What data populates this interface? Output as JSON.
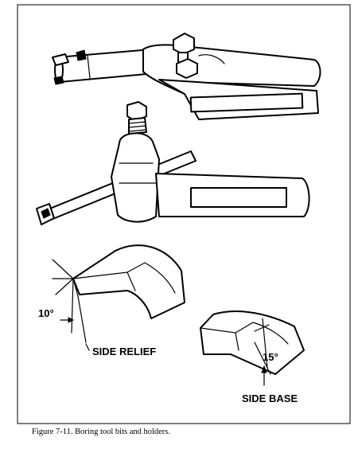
{
  "labels": {
    "angle_side_relief": "10°",
    "side_relief": "SIDE RELIEF",
    "angle_side_base": "15°",
    "side_base": "SIDE BASE"
  },
  "caption": "Figure 7-11. Boring tool bits and holders."
}
